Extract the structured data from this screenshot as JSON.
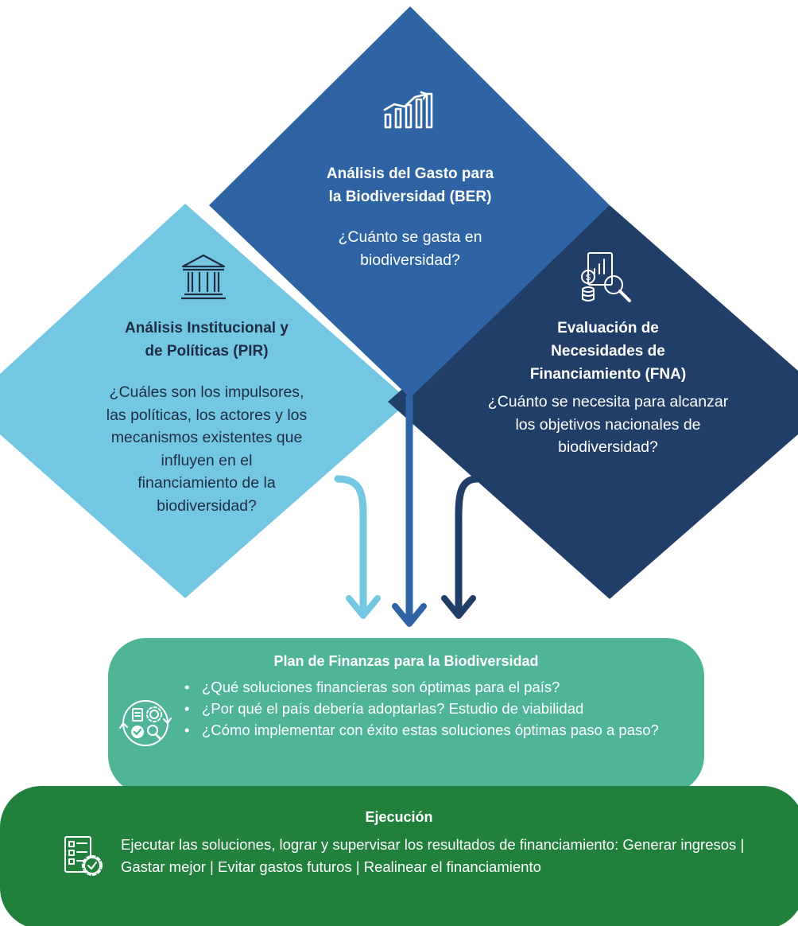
{
  "colors": {
    "ber_fill": "#2f64a4",
    "pir_fill": "#74c7e3",
    "fna_fill": "#213e68",
    "plan_fill": "#4fb596",
    "exec_fill": "#22803d",
    "arrow_light": "#74c7e3",
    "arrow_mid": "#2f64a4",
    "arrow_dark": "#213e68"
  },
  "ber": {
    "icon": "bar-chart-growth-icon",
    "title_line1": "Análisis del Gasto para",
    "title_line2": "la Biodiversidad (BER)",
    "question_line1": "¿Cuánto se gasta en",
    "question_line2": "biodiversidad?"
  },
  "pir": {
    "icon": "government-building-icon",
    "title_line1": "Análisis Institucional y",
    "title_line2": "de Políticas (PIR)",
    "question_lines": [
      "¿Cuáles son los impulsores,",
      "las políticas, los actores y los",
      "mecanismos existentes que",
      "influyen en el",
      "financiamiento de la",
      "biodiversidad?"
    ]
  },
  "fna": {
    "icon": "financial-analysis-icon",
    "title_line1": "Evaluación de",
    "title_line2": "Necesidades de",
    "title_line3": "Financiamiento (FNA)",
    "question_line1": "¿Cuánto se necesita para alcanzar",
    "question_line2": "los objetivos nacionales de",
    "question_line3": "biodiversidad?"
  },
  "plan": {
    "icon": "strategy-cycle-icon",
    "title": "Plan de Finanzas para la Biodiversidad",
    "bullets": [
      "¿Qué soluciones financieras son óptimas para el país?",
      "¿Por qué el país debería adoptarlas? Estudio de viabilidad",
      "¿Cómo implementar con éxito estas soluciones óptimas paso a paso?"
    ]
  },
  "execution": {
    "icon": "checklist-gear-icon",
    "title": "Ejecución",
    "text": "Ejecutar las soluciones, lograr y supervisar los resultados de financiamiento: Generar ingresos | Gastar mejor | Evitar gastos futuros | Realinear el financiamiento"
  }
}
